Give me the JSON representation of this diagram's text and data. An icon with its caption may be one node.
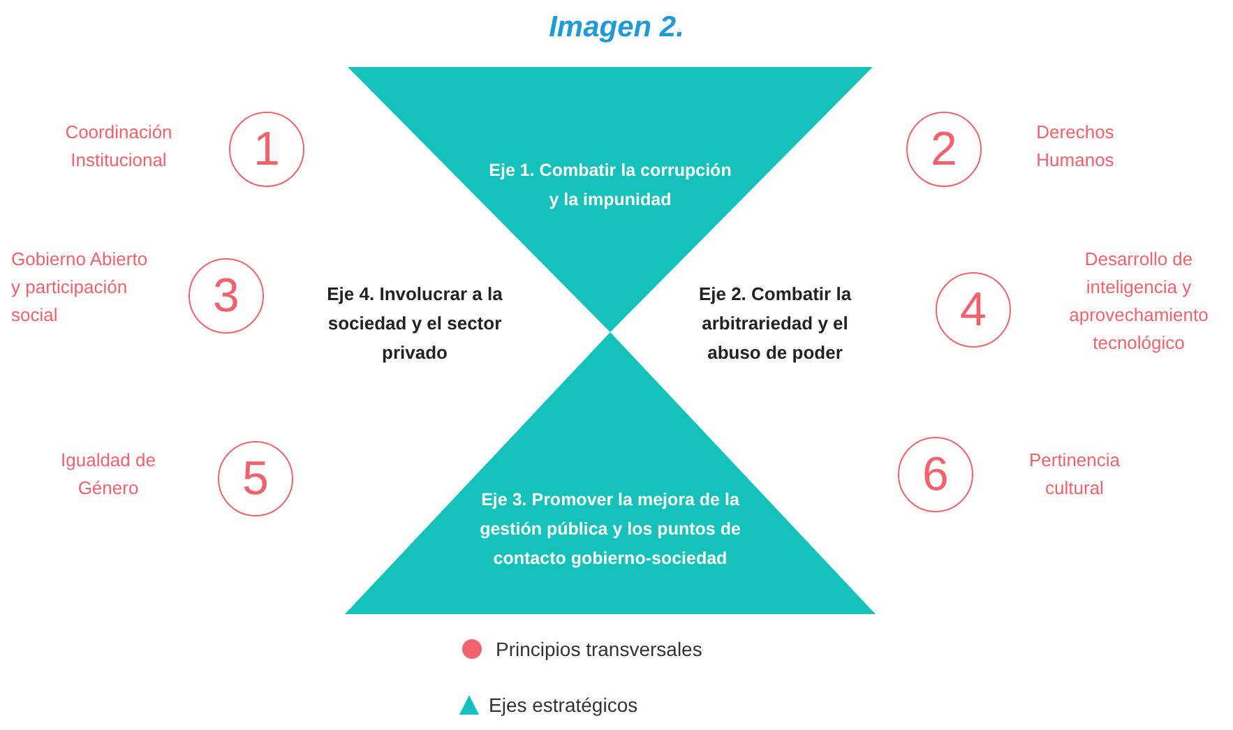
{
  "diagram": {
    "title": "Imagen 2.",
    "nodes": [
      {
        "text": [
          "1"
        ],
        "beside": [
          "Coordinación Institucional"
        ]
      },
      {
        "text": [
          "Eje 1. Combatir la corrupción y la impunidad"
        ]
      },
      {
        "text": [
          "2"
        ],
        "beside": [
          "Derechos Humanos"
        ]
      },
      {
        "text": [
          "3"
        ],
        "beside": [
          "Gobierno Abierto y participación social"
        ]
      },
      {
        "text": [
          "4"
        ],
        "beside": [
          "Desarrollo de inteligencia y aprovechamiento tecnológico"
        ]
      },
      {
        "text": [
          "5"
        ],
        "beside": [
          "Igualdad de Género"
        ]
      },
      {
        "text": [
          "Eje 3. Promover la mejora de la gestión pública y los puntos de contacto gobierno-sociedad"
        ]
      },
      {
        "text": [
          "6"
        ],
        "beside": [
          "Pertinencia cultural"
        ]
      }
    ],
    "edges": [],
    "labels": [
      "Eje 4. Involucrar a la sociedad y el sector privado",
      "Eje 2. Combatir la arbitrariedad y el abuso de poder"
    ],
    "legend": [
      {
        "text": "Principios transversales",
        "color": "#f2626c"
      },
      {
        "text": "Ejes estratégicos",
        "color": "#15c2bb"
      }
    ]
  }
}
